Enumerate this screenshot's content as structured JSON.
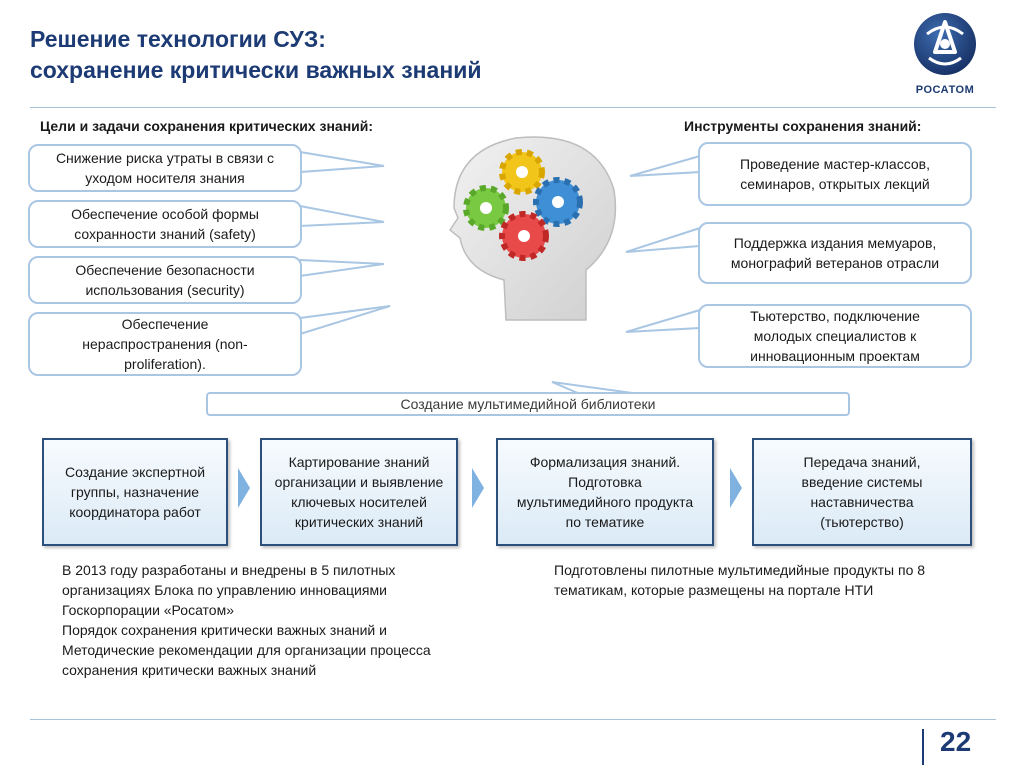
{
  "title": {
    "line1": "Решение технологии СУЗ:",
    "line2": "сохранение критически важных знаний"
  },
  "logo": {
    "text": "РОСАТОМ",
    "icon": "rosatom-atom-icon"
  },
  "goals": {
    "heading": "Цели и задачи сохранения критических знаний:",
    "items": [
      "Снижение риска утраты в связи с уходом носителя знания",
      "Обеспечение особой формы сохранности  знаний (safety)",
      "Обеспечение безопасности использования (security)",
      "Обеспечение нераспространения (non-proliferation)."
    ]
  },
  "tools": {
    "heading": "Инструменты сохранения знаний:",
    "items": [
      "Проведение мастер-классов, семинаров, открытых лекций",
      "Поддержка издания мемуаров, монографий ветеранов отрасли",
      "Тьютерство, подключение молодых специалистов к инновационным проектам"
    ]
  },
  "center_illustration": "head-with-gears-icon",
  "library": "Создание мультимедийной библиотеки",
  "steps": [
    "Создание экспертной группы, назначение координатора работ",
    "Картирование знаний организации и выявление ключевых носителей критических знаний",
    "Формализация знаний. Подготовка мультимедийного продукта по тематике",
    "Передача знаний, введение системы наставничества (тьютерство)"
  ],
  "bottom_left": [
    "В 2013 году разработаны и внедрены в 5 пилотных организациях Блока по управлению инновациями Госкорпорации «Росатом»",
    "Порядок сохранения критически важных знаний и Методические рекомендации для организации процесса сохранения критически важных знаний"
  ],
  "bottom_right": "Подготовлены пилотные мультимедийные продукты по 8 тематикам, которые размещены на портале НТИ",
  "page_number": "22",
  "colors": {
    "title": "#1c3a73",
    "callout_border": "#a9c6e3",
    "step_border": "#2c4f7c",
    "arrow": "#7fb2e0"
  }
}
